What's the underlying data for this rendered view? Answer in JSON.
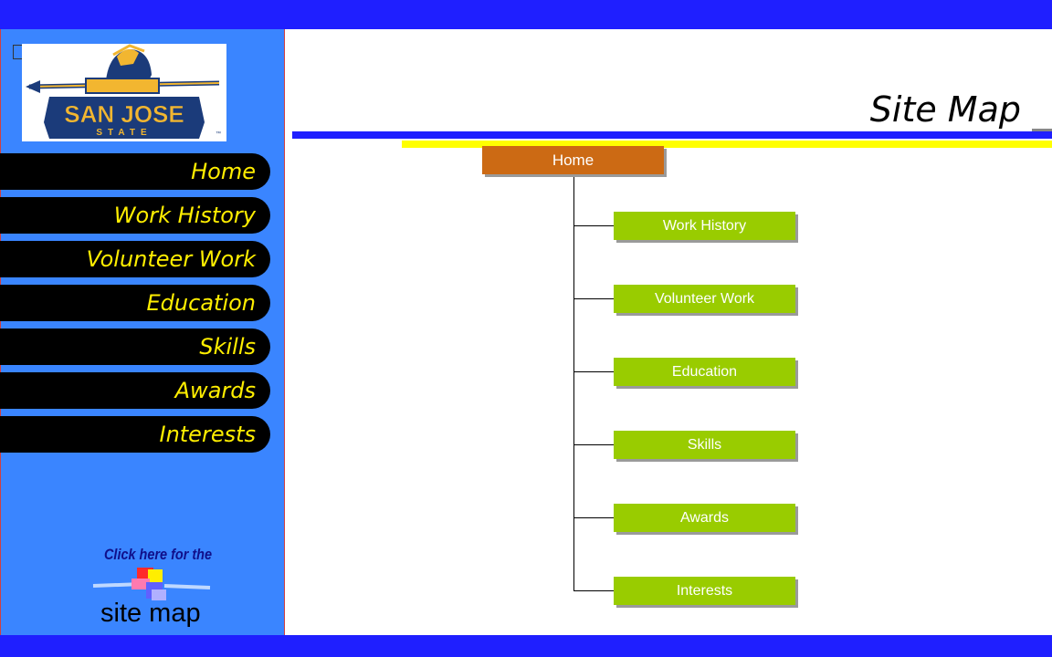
{
  "sidebar": {
    "nav": [
      {
        "label": "Home"
      },
      {
        "label": "Work History"
      },
      {
        "label": "Volunteer Work"
      },
      {
        "label": "Education"
      },
      {
        "label": "Skills"
      },
      {
        "label": "Awards"
      },
      {
        "label": "Interests"
      }
    ],
    "sitemap_caption": "Click here for the",
    "sitemap_label": "site map"
  },
  "logo": {
    "line1": "SAN JOSE",
    "line2": "STATE",
    "tm": "™"
  },
  "main": {
    "title": "Site Map",
    "tree": {
      "root": "Home",
      "children": [
        "Work History",
        "Volunteer Work",
        "Education",
        "Skills",
        "Awards",
        "Interests"
      ]
    }
  },
  "colors": {
    "frame_blue": "#1f1fff",
    "sidebar_blue": "#3a85ff",
    "nav_text": "#ffee00",
    "home_node": "#cc6a14",
    "child_node": "#99cc00"
  }
}
